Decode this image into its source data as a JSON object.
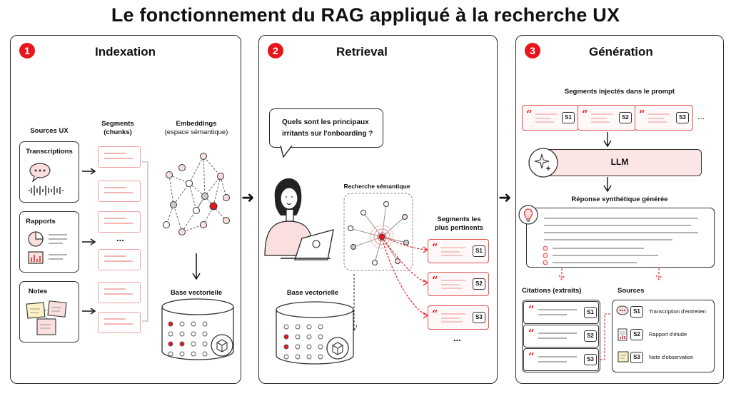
{
  "title": "Le fonctionnement du RAG appliqué à la recherche UX",
  "steps": {
    "indexation": {
      "number": "1",
      "title": "Indexation",
      "sources_label": "Sources UX",
      "sources": [
        "Transcriptions",
        "Rapports",
        "Notes"
      ],
      "segments_label_1": "Segments",
      "segments_label_2": "(chunks)",
      "embeddings_label_1": "Embeddings",
      "embeddings_label_2": "(espace sémantique)",
      "vector_db_label": "Base vectorielle",
      "ellipsis": "..."
    },
    "retrieval": {
      "number": "2",
      "title": "Retrieval",
      "question_line_1": "Quels sont les principaux",
      "question_line_2": "irritants sur l'onboarding ?",
      "semantic_search_label": "Recherche sémantique",
      "vector_db_label": "Base vectorielle",
      "relevant_label_1": "Segments les",
      "relevant_label_2": "plus pertinents",
      "segment_tags": [
        "S1",
        "S2",
        "S3"
      ],
      "ellipsis": "..."
    },
    "generation": {
      "number": "3",
      "title": "Génération",
      "injected_label": "Segments injectés dans le prompt",
      "segment_tags": [
        "S1",
        "S2",
        "S3"
      ],
      "ellipsis": "...",
      "llm_label": "LLM",
      "response_label": "Réponse synthétique générée",
      "citations_label": "Citations (extraits)",
      "citation_tags": [
        "S1",
        "S2",
        "S3"
      ],
      "sources_label": "Sources",
      "sources": [
        {
          "tag": "S1",
          "name": "Transcription d'entretien"
        },
        {
          "tag": "S2",
          "name": "Rapport d'étude"
        },
        {
          "tag": "S3",
          "name": "Note d'observation"
        }
      ]
    }
  },
  "colors": {
    "accent": "#e8161c",
    "light_accent": "#fbe5e5",
    "outline": "#2a2a2a"
  }
}
